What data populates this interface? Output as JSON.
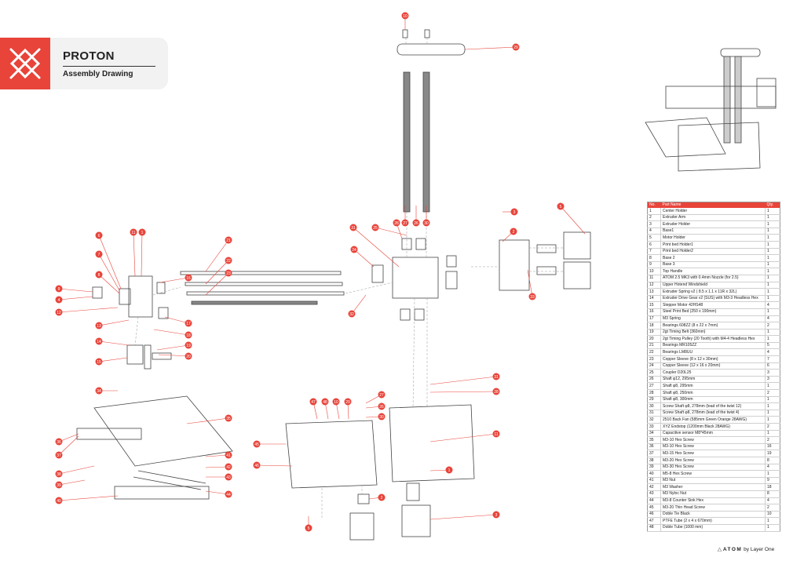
{
  "header": {
    "title": "PROTON",
    "subtitle": "Assembly Drawing"
  },
  "footer": {
    "brand": "ATOM",
    "by": "by Layer One"
  },
  "colors": {
    "accent": "#e8443a",
    "line": "#444444",
    "leader": "#e8443a"
  },
  "icons": {
    "logo": "atom-x-logo-icon"
  },
  "parts_table": {
    "headers": [
      "No.",
      "Part Name",
      "Qty."
    ],
    "rows": [
      [
        "1",
        "Center Holder",
        "1"
      ],
      [
        "2",
        "Extruder Arm",
        "1"
      ],
      [
        "3",
        "Extruder Holder",
        "1"
      ],
      [
        "4",
        "Base1",
        "1"
      ],
      [
        "5",
        "Motor Holder",
        "1"
      ],
      [
        "6",
        "Print bed Holder1",
        "1"
      ],
      [
        "7",
        "Print bed Holder2",
        "1"
      ],
      [
        "8",
        "Base 2",
        "1"
      ],
      [
        "9",
        "Base 3",
        "1"
      ],
      [
        "10",
        "Top Handle",
        "1"
      ],
      [
        "11",
        "ATOM 2.5 MK3 with 0.4mm Nozzle (for 2.5)",
        "1"
      ],
      [
        "12",
        "Upper Hotend Windshield",
        "1"
      ],
      [
        "13",
        "Extruder Spring v2 ( 8.5 x 1.1 x 11R x 32L)",
        "1"
      ],
      [
        "14",
        "Extruder Drive Gear v2 (SUS) with M3-3 Headless Hex",
        "1"
      ],
      [
        "15",
        "Stepper Motor 42HS48",
        "4"
      ],
      [
        "16",
        "Steel Print Bed (250 x 190mm)",
        "1"
      ],
      [
        "17",
        "M3 Spring",
        "4"
      ],
      [
        "18",
        "Bearings 608ZZ (8 x 22 x 7mm)",
        "2"
      ],
      [
        "19",
        "2gt Timing Belt (360mm)",
        "1"
      ],
      [
        "20",
        "2gt Timing Pulley (20 Tooth) with M4-4 Headless Hex",
        "1"
      ],
      [
        "21",
        "Bearings MR105ZZ",
        "5"
      ],
      [
        "22",
        "Bearings LM8UU",
        "4"
      ],
      [
        "23",
        "Copper Sleeve (8 x 12 x 30mm)",
        "7"
      ],
      [
        "24",
        "Copper Sleeve (12 x 16 x 20mm)",
        "6"
      ],
      [
        "25",
        "Coupler D20L25",
        "3"
      ],
      [
        "26",
        "Shaft φ12, 295mm",
        "3"
      ],
      [
        "27",
        "Shaft φ8, 295mm",
        "1"
      ],
      [
        "28",
        "Shaft φ8, 250mm",
        "2"
      ],
      [
        "29",
        "Shaft φ8, 300mm",
        "1"
      ],
      [
        "30",
        "Screw Shaft φ8, 278mm (lead of the twist 12)",
        "1"
      ],
      [
        "31",
        "Screw Shaft φ8, 278mm  (lead of the twist 4)",
        "1"
      ],
      [
        "32",
        "2510 Back Fan (585mm Green Orange 28AWG)",
        "1"
      ],
      [
        "33",
        "XYZ Endstop (1200mm Black 28AWG)",
        "2"
      ],
      [
        "34",
        "Capacitive sensor M8*45mm",
        "1"
      ],
      [
        "35",
        "M3-10 Hex Screw",
        "2"
      ],
      [
        "36",
        "M3-10 Hex Screw",
        "16"
      ],
      [
        "37",
        "M3-15 Hex Screw",
        "19"
      ],
      [
        "38",
        "M3-20 Hex Screw",
        "8"
      ],
      [
        "39",
        "M3-30 Hex Screw",
        "4"
      ],
      [
        "40",
        "M5-8 Hex Screw",
        "1"
      ],
      [
        "41",
        "M3 Nut",
        "9"
      ],
      [
        "42",
        "M3 Washer",
        "18"
      ],
      [
        "43",
        "M3 Nyloc Nut",
        "8"
      ],
      [
        "44",
        "M3-8 Counter Sink Hex",
        "4"
      ],
      [
        "45",
        "M3-20 Thin Head Screw",
        "2"
      ],
      [
        "46",
        "Doble Tie Black",
        "10"
      ],
      [
        "47",
        "PTFE Tube (2 x 4 x 670mm)",
        "1"
      ],
      [
        "48",
        "Doble Tube (1000 mm)",
        "1"
      ]
    ]
  },
  "callouts": [
    "10",
    "29",
    "27",
    "26",
    "30",
    "31",
    "28",
    "11",
    "1",
    "2",
    "3",
    "5",
    "6",
    "7",
    "8",
    "9",
    "4",
    "12",
    "13",
    "14",
    "15",
    "16",
    "17",
    "18",
    "19",
    "20",
    "21",
    "22",
    "23",
    "24",
    "25",
    "32",
    "33",
    "34",
    "35",
    "36",
    "37",
    "38",
    "39",
    "40",
    "41",
    "42",
    "43",
    "44",
    "45",
    "46",
    "47",
    "48"
  ]
}
